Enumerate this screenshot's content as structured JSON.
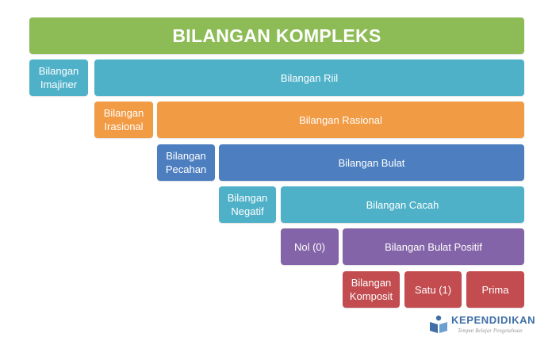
{
  "title": "BILANGAN KOMPLEKS",
  "boxes": {
    "imajiner": "Bilangan\nImajiner",
    "riil": "Bilangan Riil",
    "irasional": "Bilangan\nIrasional",
    "rasional": "Bilangan Rasional",
    "pecahan": "Bilangan\nPecahan",
    "bulat": "Bilangan Bulat",
    "negatif": "Bilangan\nNegatif",
    "cacah": "Bilangan Cacah",
    "nol": "Nol (0)",
    "bulat_positif": "Bilangan Bulat Positif",
    "komposit": "Bilangan\nKomposit",
    "satu": "Satu (1)",
    "prima": "Prima"
  },
  "logo": {
    "name": "KEPENDIDIKAN",
    "tagline": "Tempat Belajar Pengetahuan"
  },
  "colors": {
    "green": "#8dbb56",
    "teal": "#4fb1c8",
    "orange": "#f29b45",
    "blue": "#4d7fc0",
    "purple": "#8464a8",
    "red": "#c24c4f"
  }
}
